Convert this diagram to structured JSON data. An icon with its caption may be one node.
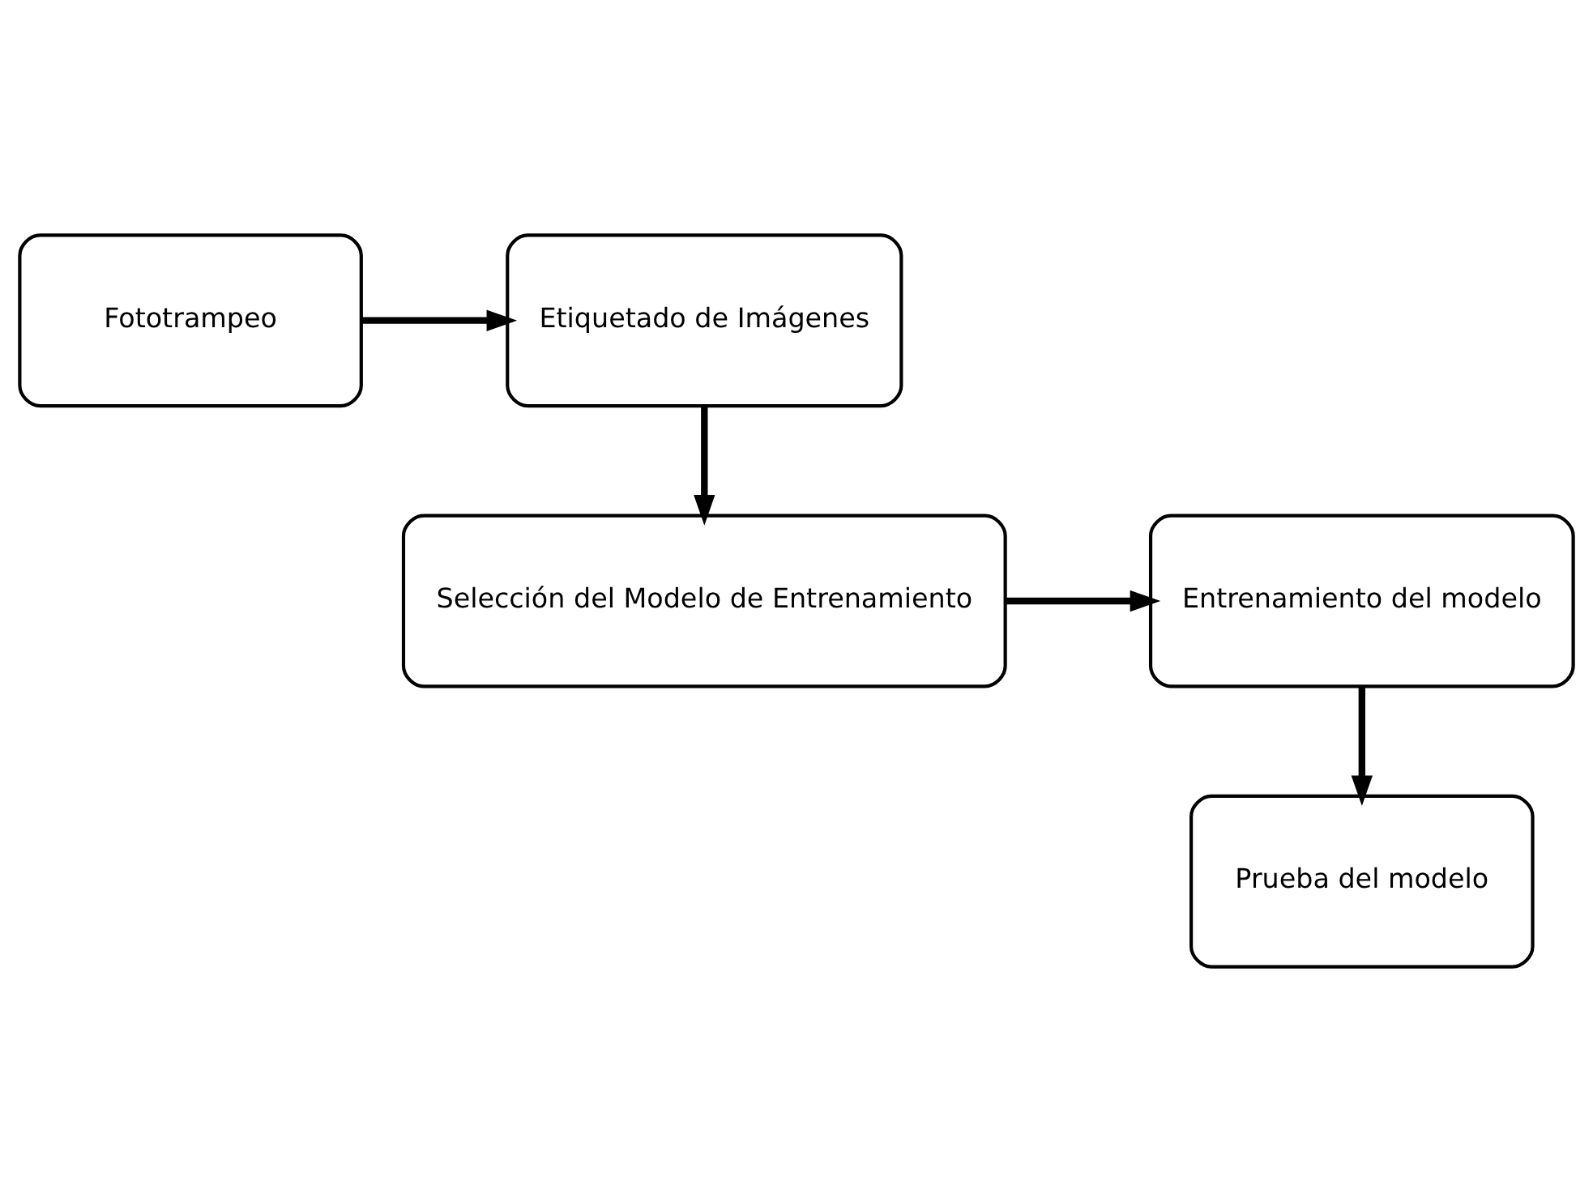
{
  "diagram": {
    "nodes": [
      {
        "text": [
          "Fototrampeo"
        ]
      },
      {
        "text": [
          "Etiquetado de Imágenes"
        ]
      },
      {
        "text": [
          "Selección del Modelo de Entrenamiento"
        ]
      },
      {
        "text": [
          "Entrenamiento del modelo"
        ]
      },
      {
        "text": [
          "Prueba del modelo"
        ]
      }
    ],
    "edges": [
      {
        "from": 0,
        "to": 1,
        "arrow": "to"
      },
      {
        "from": 1,
        "to": 2,
        "arrow": "to"
      },
      {
        "from": 2,
        "to": 3,
        "arrow": "to"
      },
      {
        "from": 3,
        "to": 4,
        "arrow": "to"
      }
    ]
  }
}
